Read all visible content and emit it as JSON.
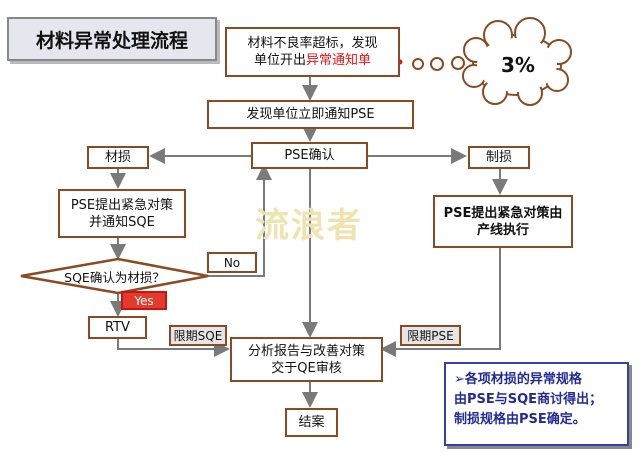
{
  "title": "材料异常处理流程",
  "nodes": {
    "start_line1": "材料不良率超标，发现",
    "start_line2_prefix": "单位开出",
    "start_line2_red": "异常通知单",
    "notify": "发现单位立即通知PSE",
    "confirm": "PSE确认",
    "material": "材损",
    "production": "制损",
    "pse_material_line1": "PSE提出紧急对策",
    "pse_material_line2": "并通知SQE",
    "pse_production_line1": "PSE提出紧急对策由",
    "pse_production_line2": "产线执行",
    "sqe_decision": "SQE确认为材损？",
    "no": "No",
    "yes": "Yes",
    "rtv": "RTV",
    "deadline_sqe": "限期SQE",
    "deadline_pse": "限期PSE",
    "report_line1": "分析报告与改善对策",
    "report_line2": "交于QE审核",
    "end": "结案"
  },
  "cloud_value": "3%",
  "note": {
    "line1": "➢各项材损的异常规格",
    "line2": "由PSE与SQE商讨得出；",
    "line3": "制损规格由PSE确定。"
  },
  "watermark": "流浪者",
  "colors": {
    "border": "#8b4a22",
    "arrow": "#7a7a7a",
    "accent_red": "#e11111",
    "note_blue": "#222a99"
  }
}
